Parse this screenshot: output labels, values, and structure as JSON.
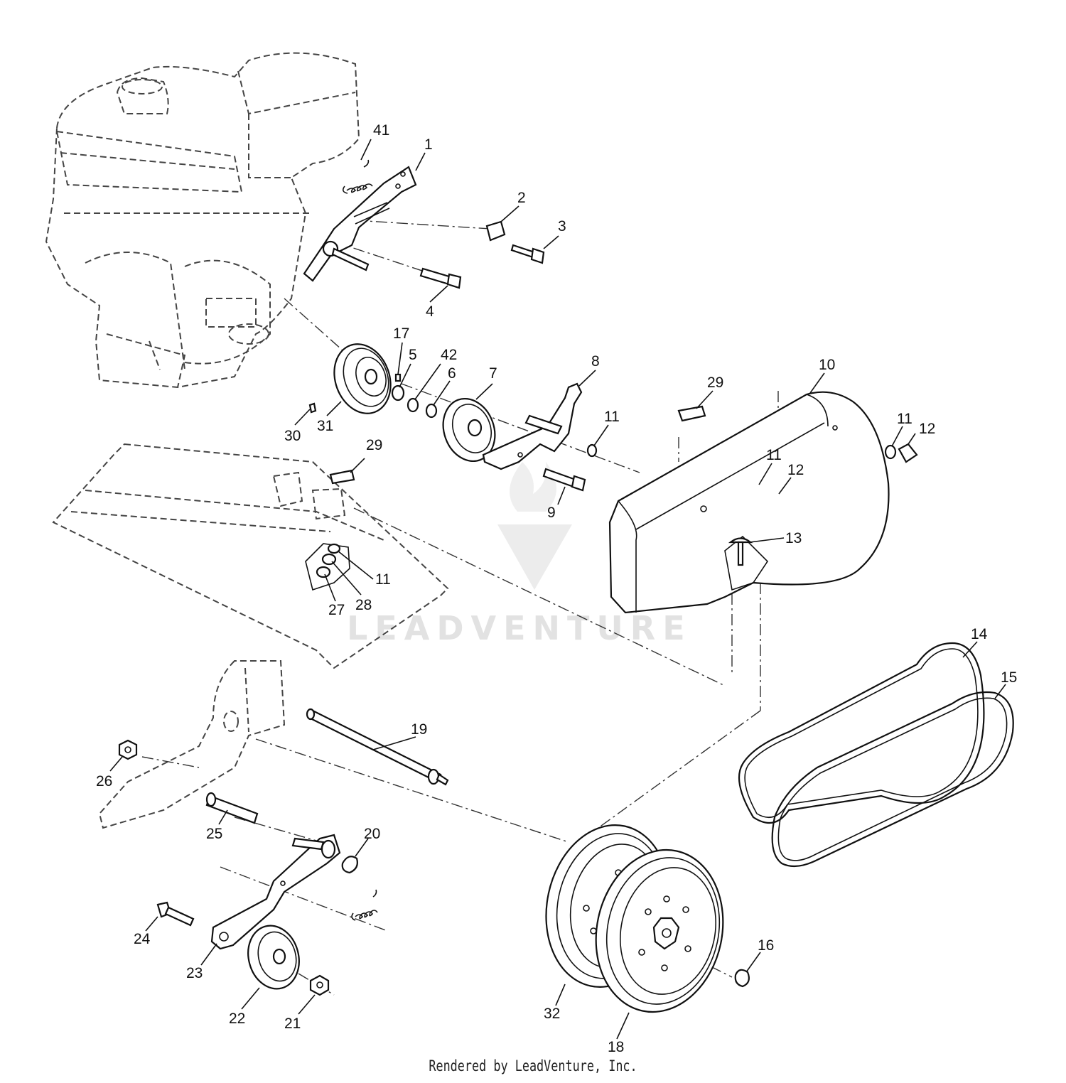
{
  "watermark": {
    "text": "LEADVENTURE"
  },
  "footer": {
    "credit": "Rendered by LeadVenture, Inc."
  },
  "callouts": {
    "c1": "1",
    "c2": "2",
    "c3": "3",
    "c4": "4",
    "c5": "5",
    "c6": "6",
    "c7": "7",
    "c8": "8",
    "c9": "9",
    "c10": "10",
    "c11a": "11",
    "c11b": "11",
    "c11c": "11",
    "c11d": "11",
    "c12a": "12",
    "c12b": "12",
    "c13": "13",
    "c14": "14",
    "c15": "15",
    "c16": "16",
    "c17": "17",
    "c18": "18",
    "c19": "19",
    "c20": "20",
    "c21": "21",
    "c22": "22",
    "c23": "23",
    "c24": "24",
    "c25": "25",
    "c26": "26",
    "c27": "27",
    "c28": "28",
    "c29a": "29",
    "c29b": "29",
    "c30": "30",
    "c31": "31",
    "c32": "32",
    "c41": "41",
    "c42": "42"
  }
}
